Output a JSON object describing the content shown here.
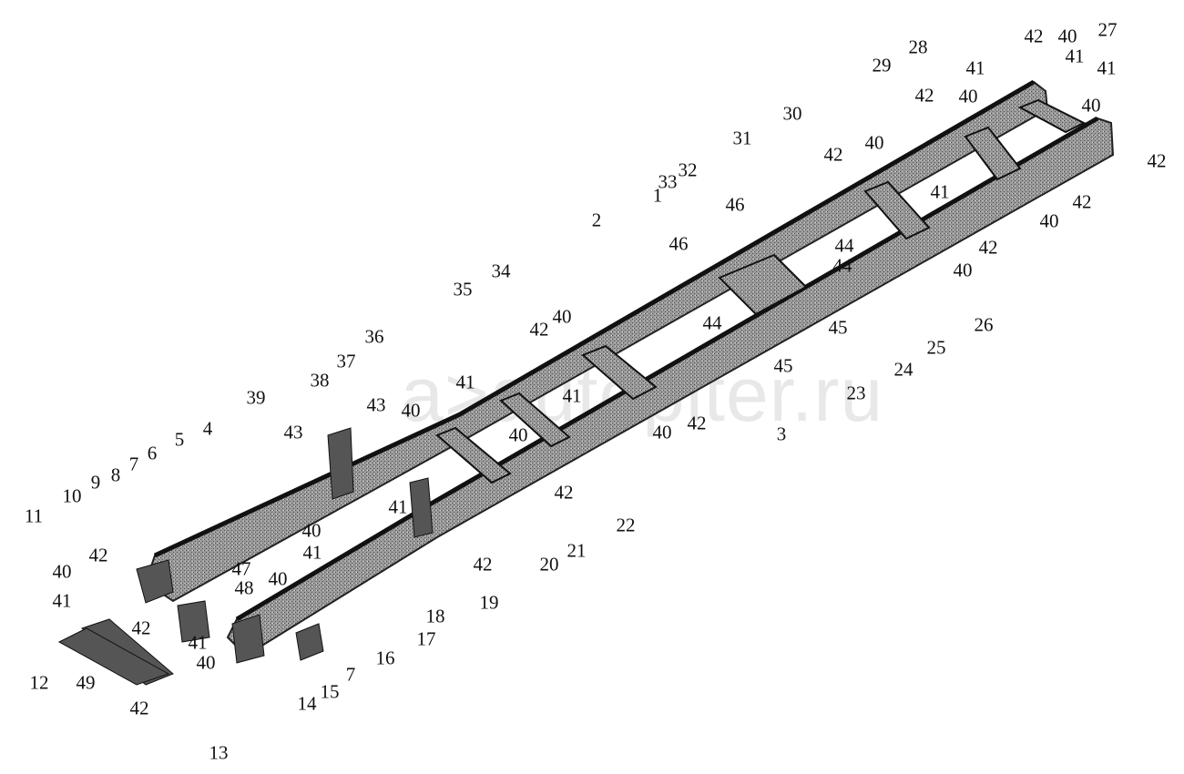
{
  "watermark": "a>autopiter.ru",
  "colors": {
    "frame": "#8a8a8a",
    "frame_dark": "#333333",
    "text": "#111111"
  },
  "callouts": [
    "42",
    "40",
    "27",
    "41",
    "41",
    "28",
    "29",
    "41",
    "42",
    "40",
    "40",
    "42",
    "30",
    "42",
    "40",
    "31",
    "32",
    "33",
    "46",
    "41",
    "42",
    "40",
    "44",
    "42",
    "40",
    "2",
    "1",
    "46",
    "44",
    "34",
    "26",
    "35",
    "40",
    "42",
    "44",
    "45",
    "25",
    "36",
    "37",
    "38",
    "45",
    "24",
    "41",
    "41",
    "23",
    "39",
    "43",
    "40",
    "42",
    "40",
    "3",
    "43",
    "40",
    "5",
    "4",
    "41",
    "42",
    "22",
    "40",
    "41",
    "21",
    "20",
    "42",
    "6",
    "7",
    "8",
    "9",
    "10",
    "11",
    "42",
    "40",
    "47",
    "48",
    "40",
    "41",
    "42",
    "18",
    "19",
    "17",
    "16",
    "41",
    "40",
    "7",
    "15",
    "14",
    "12",
    "49",
    "42",
    "13"
  ]
}
